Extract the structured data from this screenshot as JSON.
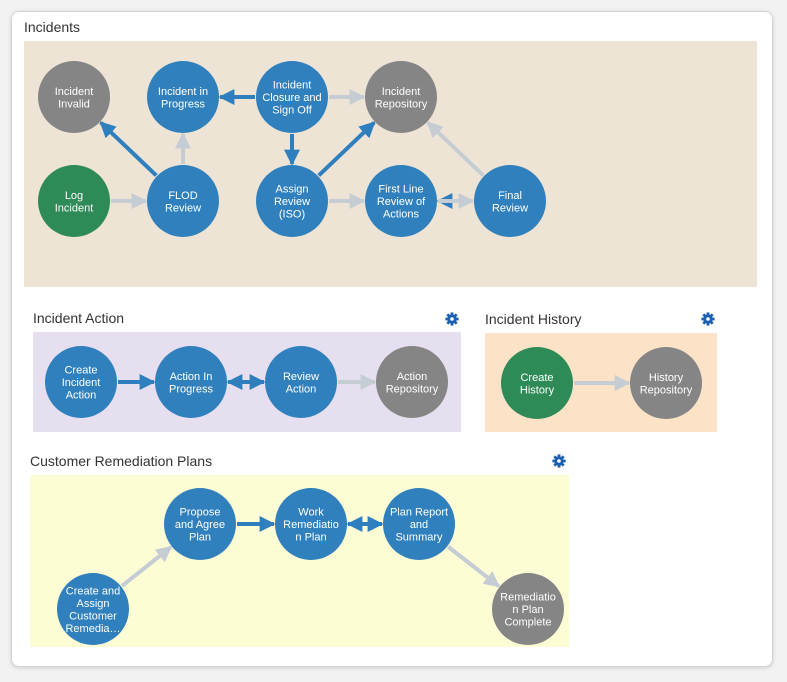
{
  "colors": {
    "blue": "#2f80bd",
    "grey": "#858585",
    "green": "#2e8b57",
    "arrow_blue": "#2f7fbf",
    "arrow_grey": "#c5ccd4",
    "gear": "#1a5fb0"
  },
  "sections": [
    {
      "id": "incidents",
      "title": "Incidents",
      "has_settings": false,
      "background": "#ede4d5",
      "nodes": [
        {
          "id": "invalid",
          "label": [
            "Incident",
            "Invalid"
          ],
          "color": "grey"
        },
        {
          "id": "progress",
          "label": [
            "Incident in",
            "Progress"
          ],
          "color": "blue"
        },
        {
          "id": "closure",
          "label": [
            "Incident",
            "Closure and",
            "Sign Off"
          ],
          "color": "blue"
        },
        {
          "id": "repository",
          "label": [
            "Incident",
            "Repository"
          ],
          "color": "grey"
        },
        {
          "id": "log",
          "label": [
            "Log",
            "Incident"
          ],
          "color": "green"
        },
        {
          "id": "flod",
          "label": [
            "FLOD",
            "Review"
          ],
          "color": "blue"
        },
        {
          "id": "assign",
          "label": [
            "Assign",
            "Review",
            "(ISO)"
          ],
          "color": "blue"
        },
        {
          "id": "firstline",
          "label": [
            "First Line",
            "Review of",
            "Actions"
          ],
          "color": "blue"
        },
        {
          "id": "final",
          "label": [
            "Final",
            "Review"
          ],
          "color": "blue"
        }
      ],
      "edges": [
        {
          "from": "log",
          "to": "flod",
          "style": "grey"
        },
        {
          "from": "flod",
          "to": "invalid",
          "style": "blue"
        },
        {
          "from": "flod",
          "to": "progress",
          "style": "grey"
        },
        {
          "from": "closure",
          "to": "progress",
          "style": "blue"
        },
        {
          "from": "closure",
          "to": "repository",
          "style": "grey"
        },
        {
          "from": "closure",
          "to": "assign",
          "style": "blue"
        },
        {
          "from": "assign",
          "to": "repository",
          "style": "blue"
        },
        {
          "from": "assign",
          "to": "firstline",
          "style": "grey"
        },
        {
          "from": "final",
          "to": "firstline",
          "style": "blue"
        },
        {
          "from": "firstline",
          "to": "final",
          "style": "grey"
        },
        {
          "from": "final",
          "to": "repository",
          "style": "grey"
        }
      ]
    },
    {
      "id": "action",
      "title": "Incident Action",
      "has_settings": true,
      "background": "#e6dff0",
      "nodes": [
        {
          "id": "create",
          "label": [
            "Create",
            "Incident",
            "Action"
          ],
          "color": "blue"
        },
        {
          "id": "inprogress",
          "label": [
            "Action In",
            "Progress"
          ],
          "color": "blue"
        },
        {
          "id": "review",
          "label": [
            "Review",
            "Action"
          ],
          "color": "blue"
        },
        {
          "id": "repo",
          "label": [
            "Action",
            "Repository"
          ],
          "color": "grey"
        }
      ],
      "edges": [
        {
          "from": "create",
          "to": "inprogress",
          "style": "blue"
        },
        {
          "from": "inprogress",
          "to": "review",
          "style": "blue"
        },
        {
          "from": "review",
          "to": "inprogress",
          "style": "blue"
        },
        {
          "from": "review",
          "to": "repo",
          "style": "grey"
        }
      ]
    },
    {
      "id": "history",
      "title": "Incident History",
      "has_settings": true,
      "background": "#fce3c8",
      "nodes": [
        {
          "id": "create",
          "label": [
            "Create",
            "History"
          ],
          "color": "green"
        },
        {
          "id": "repo",
          "label": [
            "History",
            "Repository"
          ],
          "color": "grey"
        }
      ],
      "edges": [
        {
          "from": "create",
          "to": "repo",
          "style": "grey"
        }
      ]
    },
    {
      "id": "remediation",
      "title": "Customer Remediation Plans",
      "has_settings": true,
      "background": "#fdfdd5",
      "nodes": [
        {
          "id": "create",
          "label": [
            "Create and",
            "Assign",
            "Customer",
            "Remedia…"
          ],
          "color": "blue"
        },
        {
          "id": "propose",
          "label": [
            "Propose",
            "and Agree",
            "Plan"
          ],
          "color": "blue"
        },
        {
          "id": "work",
          "label": [
            "Work",
            "Remediatio",
            "n Plan"
          ],
          "color": "blue"
        },
        {
          "id": "report",
          "label": [
            "Plan Report",
            "and",
            "Summary"
          ],
          "color": "blue"
        },
        {
          "id": "complete",
          "label": [
            "Remediatio",
            "n Plan",
            "Complete"
          ],
          "color": "grey"
        }
      ],
      "edges": [
        {
          "from": "create",
          "to": "propose",
          "style": "grey"
        },
        {
          "from": "propose",
          "to": "work",
          "style": "blue"
        },
        {
          "from": "work",
          "to": "report",
          "style": "blue"
        },
        {
          "from": "report",
          "to": "work",
          "style": "blue"
        },
        {
          "from": "report",
          "to": "complete",
          "style": "grey"
        }
      ]
    }
  ]
}
